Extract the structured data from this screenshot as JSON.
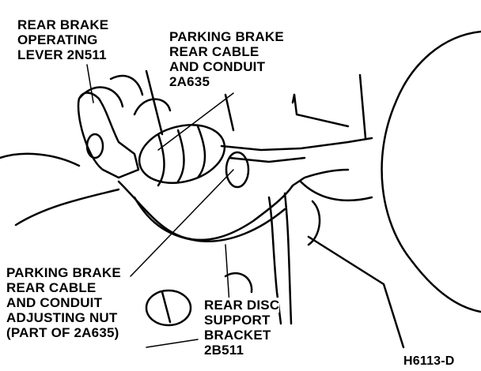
{
  "labels": {
    "operating_lever": [
      "REAR BRAKE",
      "OPERATING",
      "LEVER 2N511"
    ],
    "cable_conduit": [
      "PARKING BRAKE",
      "REAR CABLE",
      "AND CONDUIT",
      "2A635"
    ],
    "adjusting_nut": [
      "PARKING BRAKE",
      "REAR CABLE",
      "AND CONDUIT",
      "ADJUSTING NUT",
      "(PART OF 2A635)"
    ],
    "support_bracket": [
      "REAR DISC",
      "SUPPORT",
      "BRACKET",
      "2B511"
    ]
  },
  "figure_code": "H6113-D"
}
